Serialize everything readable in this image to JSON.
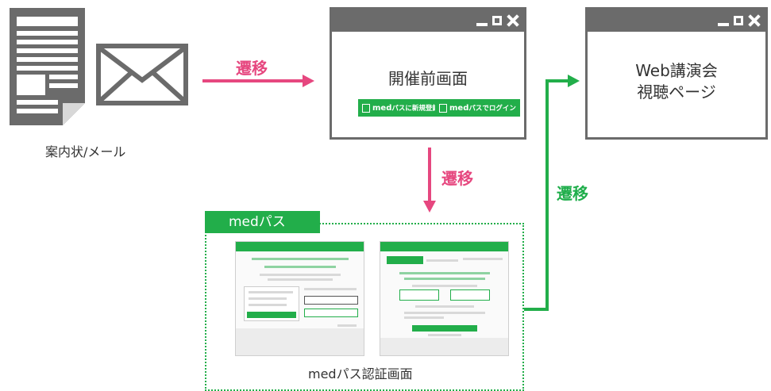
{
  "invitation": {
    "caption": "案内状/メール"
  },
  "transitions": {
    "to_pre_event": "遷移",
    "to_auth": "遷移",
    "to_viewing": "遷移"
  },
  "pre_event_window": {
    "title": "開催前画面",
    "buttons": [
      {
        "brand": "med",
        "text": "パスに新規登録"
      },
      {
        "brand": "med",
        "text": "パスでログイン"
      }
    ]
  },
  "viewing_window": {
    "title_line1": "Web講演会",
    "title_line2": "視聴ページ"
  },
  "med_pass": {
    "tab_label": "medパス",
    "caption": "medパス認証画面"
  },
  "colors": {
    "pink": "#e6477f",
    "green": "#22ae4a",
    "gray": "#6b6b6b"
  }
}
